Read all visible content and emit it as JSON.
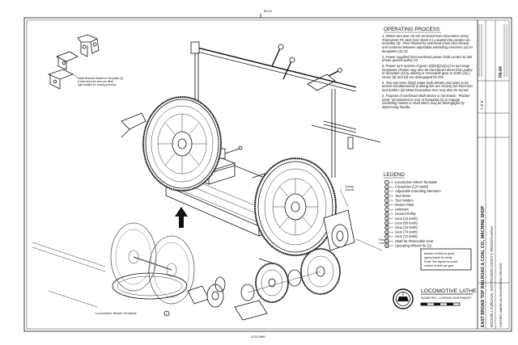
{
  "sheet": {
    "top_number": "54.01",
    "bottom_number": "1/11/1989"
  },
  "process": {
    "heading": "OPERATING PROCESS",
    "steps": [
      "1. Wheel and axle set are removed from locomotive using Transverse Pit Jack (see sheet 6 ) Located into position on turntable (3) , then hoisted by overhead chain (not shown) and centered between adjustable extending members (4) on faceplates (2) (3)",
      "2. Power supplied from overhead power shaft system to belt driven geared pulley (7)",
      "3. Power runs system of gears (9)(10)(11)(12) to turn large faceplates (Power may also be transferred direct from pulley to faceplate (2) by utilizing a removable gear to shaft (13) ) Gears (8) and (9) are disengaged for this.",
      "4. Two tool rests (5)(6) rotate both wheels and axles to be turned simultaneously (Lathing bits are shown) are fixed into tool holders (6) Metal locomotive tires may also be turned.",
      "5. Purpose of overhead shaft device is not known. \"Rocker plate\" (8) attached to rear of faceplate (2) to engage oscillating motion in shaft which may be disengaged by depressing handle."
    ]
  },
  "legend": {
    "heading": "LEGEND",
    "items": [
      {
        "num": "1",
        "text": "Locomotive Wheel Turntable"
      },
      {
        "num": "2",
        "text": "Faceplates (120 teeth)"
      },
      {
        "num": "3",
        "text": "Adjustable Extending Members"
      },
      {
        "num": "4",
        "text": "Tool Rests"
      },
      {
        "num": "5",
        "text": "Tool Holders"
      },
      {
        "num": "6",
        "text": "Rocker Plate"
      },
      {
        "num": "7",
        "text": "Unknown"
      },
      {
        "num": "8",
        "text": "Geared Pulley"
      },
      {
        "num": "9",
        "text": "Gear (16 teeth)"
      },
      {
        "num": "10",
        "text": "Gear (80 teeth)"
      },
      {
        "num": "11",
        "text": "Gear (16 teeth)"
      },
      {
        "num": "12",
        "text": "Gear (74 teeth)"
      },
      {
        "num": "13",
        "text": "Gear (12 teeth)"
      },
      {
        "num": "14",
        "text": "Shaft for Removable Gear"
      },
      {
        "num": "15",
        "text": "Operating Wheels for (2)"
      }
    ]
  },
  "note": {
    "lines": [
      "Number of teeth on gears",
      "approximated for clarity.",
      "Scale: See legend for actual",
      "number of teeth per gear."
    ]
  },
  "annotations": {
    "metal_brackets": [
      "Metal Brackets Bolted to Faceplate (2)",
      "(Used when the tires are fitted",
      "rigid rotation for turning process)"
    ],
    "turntable": "Locomotive Wheel Turntable",
    "turntable_num": "1",
    "casing": [
      "Casing",
      "Journal"
    ],
    "floor_level": [
      "Floor",
      "Level"
    ]
  },
  "title": {
    "main": "LOCOMOTIVE LATHE",
    "sub": "ISOMETRIC, LOOKING NORTHWEST"
  },
  "title_block": {
    "vertical_1": "EAST BROAD TOP RAILROAD & COAL CO., MACHINE SHOP",
    "vertical_2": "ROCKHILL FURNACE, HUNTINGDON COUNTY, PENNSYLVANIA",
    "vertical_3": "HISTORIC AMERICAN ENGINEERING RECORD",
    "survey": "PA-64",
    "sheet_no": "7 of 8"
  }
}
